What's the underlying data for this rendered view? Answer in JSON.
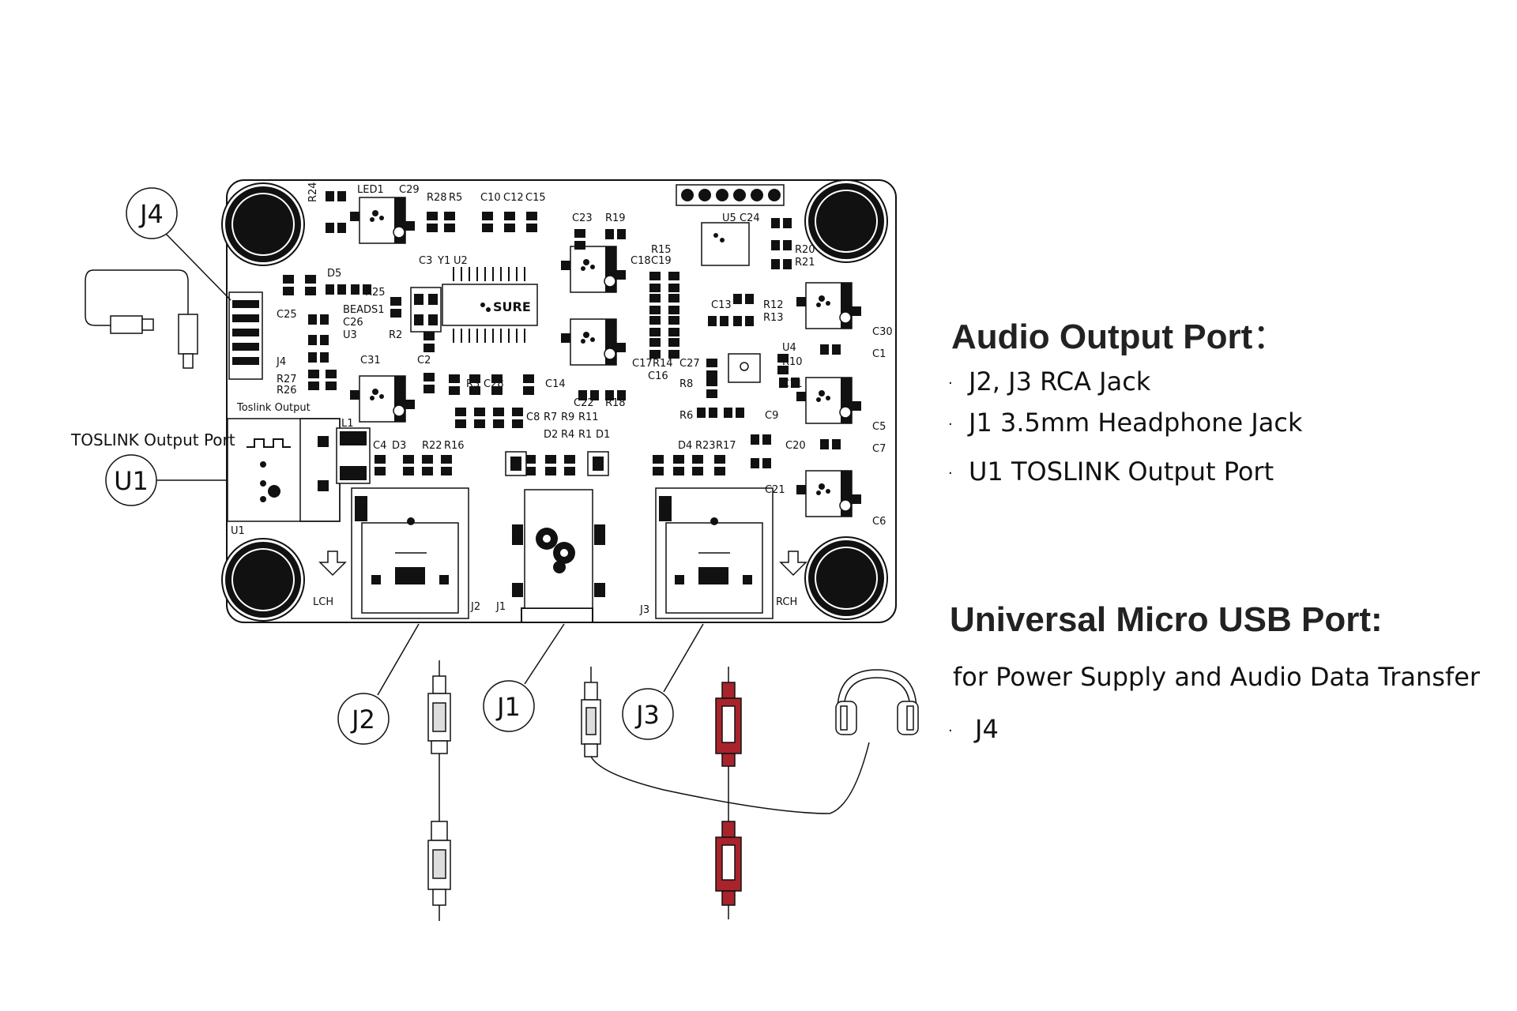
{
  "board": {
    "silkscreen": {
      "toslink_output": "Toslink Output",
      "lch": "LCH",
      "rch": "RCH",
      "brand": "SURE",
      "refs": [
        "R24",
        "LED1",
        "C29",
        "R28",
        "R5",
        "C10",
        "C12",
        "C15",
        "C23",
        "R19",
        "U5",
        "C24",
        "R20",
        "R21",
        "D5",
        "C3",
        "Y1",
        "U2",
        "R15",
        "C18",
        "C19",
        "C25",
        "R25",
        "BEADS1",
        "C26",
        "U3",
        "R2",
        "C13",
        "R12",
        "R13",
        "C30",
        "C1",
        "J4",
        "R27",
        "R26",
        "C31",
        "C2",
        "R3",
        "C28",
        "C14",
        "C27",
        "U4",
        "R10",
        "C11",
        "R8",
        "C17",
        "R14",
        "C16",
        "C22",
        "R18",
        "R6",
        "C9",
        "C5",
        "C7",
        "L1",
        "C8",
        "R7",
        "R9",
        "R11",
        "D2",
        "R4",
        "R1",
        "D1",
        "C20",
        "C4",
        "D3",
        "R22",
        "R16",
        "D4",
        "R23",
        "R17",
        "C21",
        "C6",
        "U1",
        "J2",
        "J1",
        "J3"
      ]
    },
    "callouts": {
      "j4": "J4",
      "u1": "U1",
      "j2": "J2",
      "j1": "J1",
      "j3": "J3",
      "toslink_port_label": "TOSLINK Output Port"
    }
  },
  "legend": {
    "audio_output": {
      "heading": "Audio Output Port",
      "colon": "：",
      "items": [
        "J2, J3 RCA Jack",
        "J1 3.5mm Headphone Jack",
        "U1 TOSLINK Output Port"
      ]
    },
    "usb": {
      "heading": "Universal Micro USB Port:",
      "subtitle": "for Power Supply and Audio Data Transfer",
      "items": [
        "J4"
      ]
    },
    "bullet": "·"
  },
  "colors": {
    "rca_red": "#a8232b",
    "ink": "#111111",
    "board_fill": "#ffffff"
  }
}
